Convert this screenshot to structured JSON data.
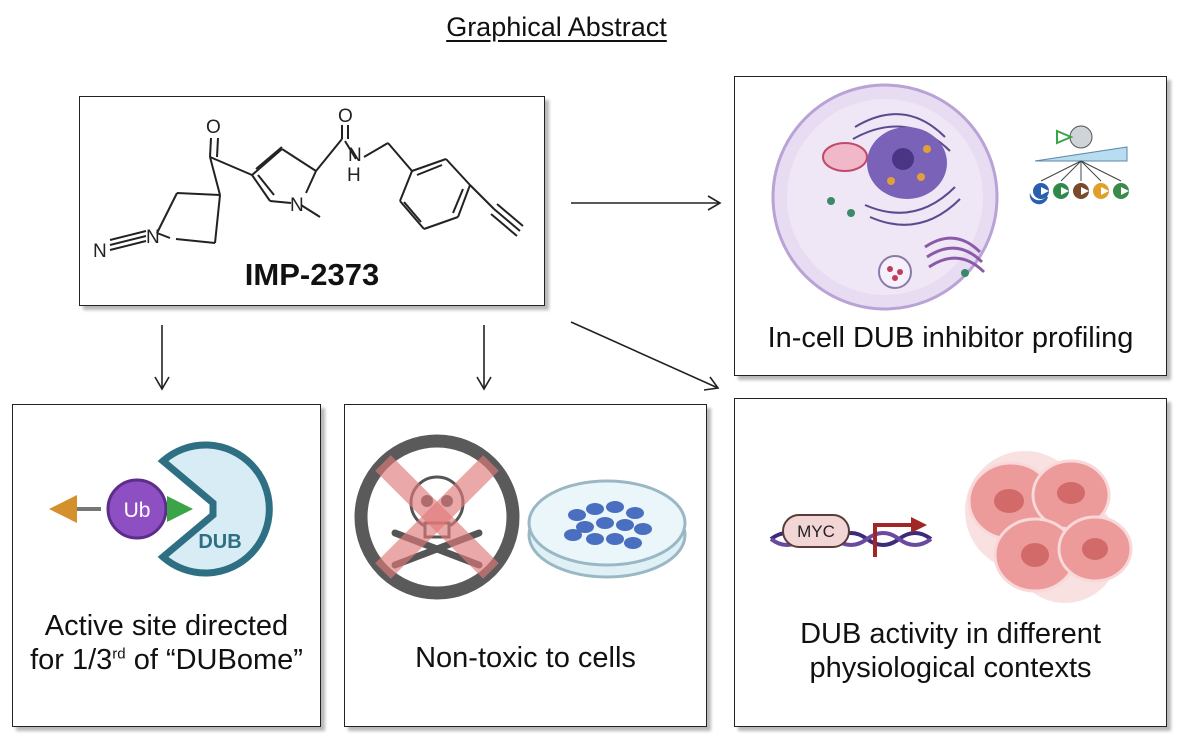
{
  "title": "Graphical Abstract",
  "compound": {
    "name": "IMP-2373",
    "atoms": {
      "o1": "O",
      "o2": "O",
      "n_amide": "N",
      "h_amide": "H",
      "n_pyrrole": "N",
      "n_nitrile": "N",
      "n_pyrrolidine": "N"
    }
  },
  "panels": {
    "profiling": {
      "caption": "In-cell DUB inhibitor profiling"
    },
    "active_site": {
      "caption_line1": "Active site directed",
      "caption_line2_pre": "for 1/3",
      "caption_line2_sup": "rd",
      "caption_line2_post": " of “DUBome”",
      "ub_label": "Ub",
      "dub_label": "DUB"
    },
    "nontoxic": {
      "caption": "Non-toxic to cells"
    },
    "contexts": {
      "caption_line1": "DUB activity in different",
      "caption_line2": "physiological contexts",
      "myc_label": "MYC"
    }
  },
  "colors": {
    "ub": "#8e4fc2",
    "dub_fill": "#d7ecf5",
    "dub_stroke": "#2f6f84",
    "warhead": "#3aa447",
    "tag": "#d4902a",
    "skull_sign": "#5a5a5a",
    "cross": "#e07a7a",
    "cells": "#4a6fc0",
    "dna": "#3b2b7a",
    "myc_arrow": "#a32626",
    "tumor": "#e67a7a"
  }
}
